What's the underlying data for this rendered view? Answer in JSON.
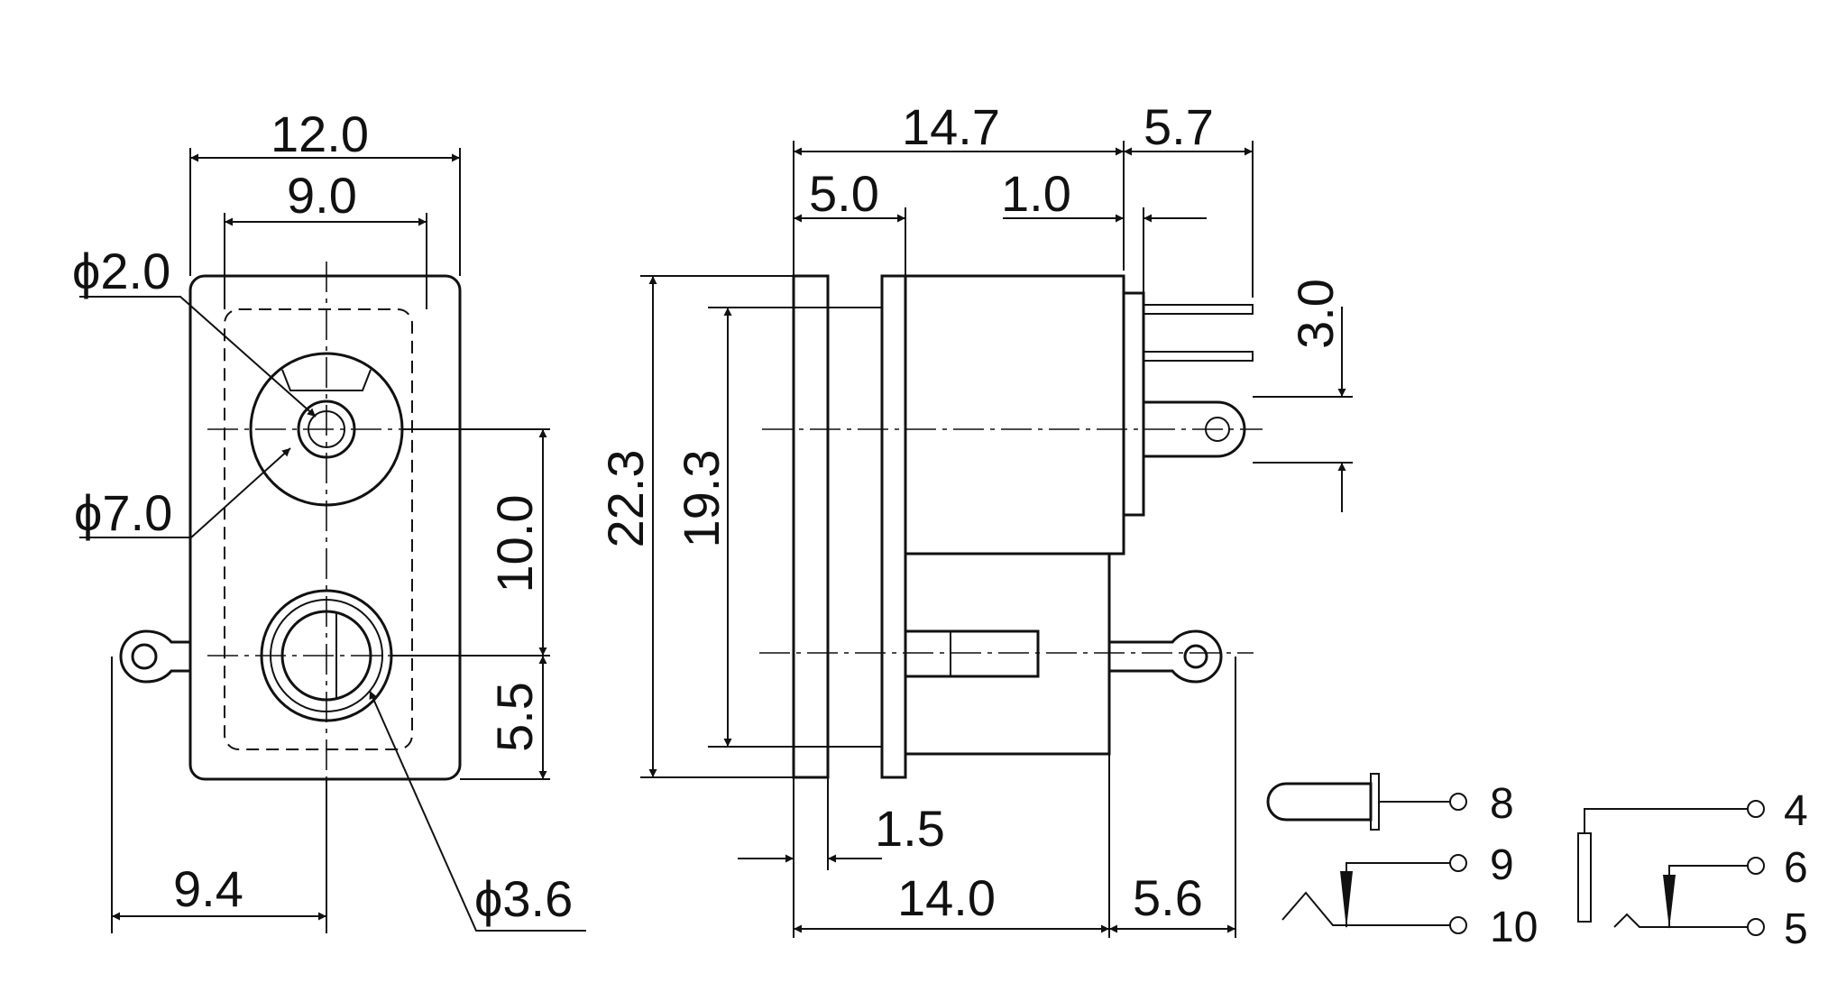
{
  "drawing": {
    "front_view": {
      "width_overall": "12.0",
      "width_inner": "9.0",
      "pin_hole_diameter": "ϕ2.0",
      "jack_diameter": "ϕ7.0",
      "lower_hole_diameter": "ϕ3.6",
      "hole_spacing": "10.0",
      "lower_offset": "5.5",
      "tab_offset": "9.4"
    },
    "side_view": {
      "body_length": "14.7",
      "pin_length": "5.7",
      "flange_depth": "5.0",
      "pin_offset": "1.0",
      "pin_pitch": "3.0",
      "height_overall": "22.3",
      "height_inner": "19.3",
      "panel_thickness": "1.5",
      "base_length": "14.0",
      "tab_length": "5.6"
    },
    "schematic": {
      "pins_left": [
        "8",
        "9",
        "10"
      ],
      "pins_right": [
        "4",
        "6",
        "5"
      ]
    }
  }
}
